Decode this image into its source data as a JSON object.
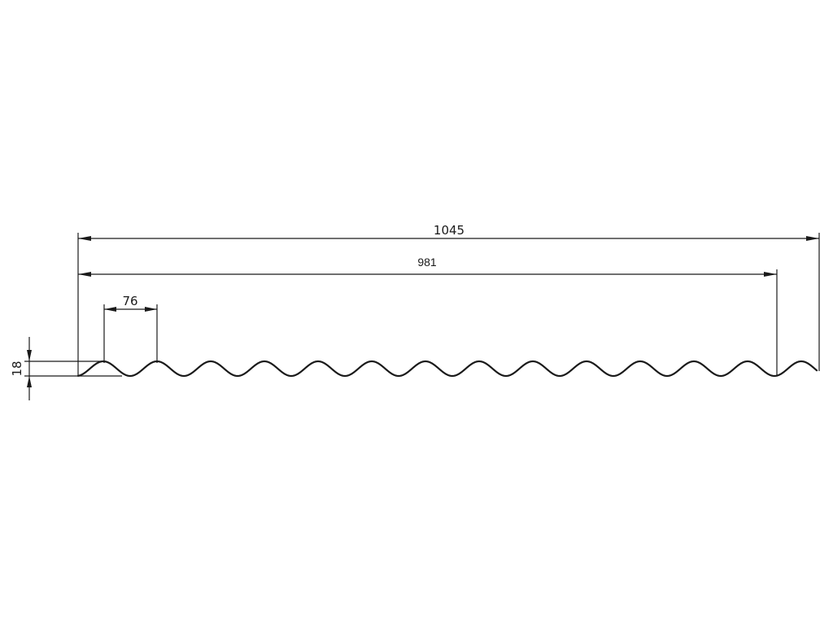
{
  "drawing": {
    "dimensions": {
      "overall_width": "1045",
      "effective_width": "981",
      "wave_pitch": "76",
      "wave_height": "18"
    },
    "colors": {
      "line": "#1a1a1a",
      "background": "#ffffff"
    }
  }
}
